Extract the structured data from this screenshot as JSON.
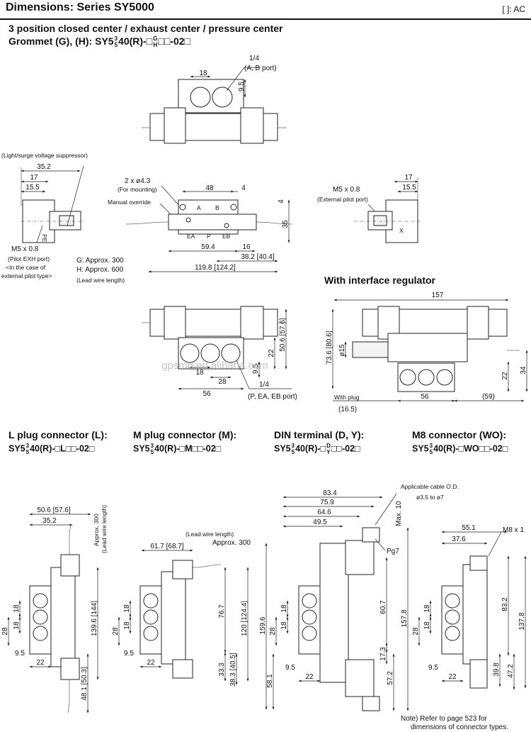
{
  "header": {
    "title": "Dimensions: Series SY5000",
    "tag": "[    ]: AC"
  },
  "subtitle": {
    "line1": "3 position closed center / exhaust center / pressure center",
    "line2_prefix": "Grommet (G), (H): SY5",
    "frac_top": "3",
    "frac_mid": "4",
    "frac_bot": "5",
    "line2_mid": "0(R)-□",
    "frac2_top": "G",
    "frac2_bot": "H",
    "line2_suffix": "□□-02□"
  },
  "grommet": {
    "port_top": "1/4",
    "port_top_note": "(A, B port)",
    "d18": "18",
    "d9_5": "9.5",
    "surge_note": "(Light/surge voltage suppressor)",
    "d35_2": "35.2",
    "d17": "17",
    "d15_5": "15.5",
    "m5_left": "M5 x 0.8",
    "pilot_exh": "(Pilot EXH port)",
    "case_note1": "<In the case of",
    "case_note2": "external pilot type>",
    "mount_holes": "2 x ø4.3",
    "for_mounting": "(For mounting)",
    "manual_override": "Manual override",
    "d48": "48",
    "d4a": "4",
    "d4b": "4",
    "d35": "35",
    "d59_4": "59.4",
    "d16": "16",
    "d38_2": "38.2 [40.4]",
    "d119_8": "119.8 [124.2]",
    "lead_g": "G: Approx. 300",
    "lead_h": "H: Approx. 600",
    "lead_label": "(Lead wire length)",
    "m5_right": "M5 x 0.8",
    "ext_pilot": "(External pilot port)",
    "d17r": "17",
    "d15_5r": "15.5",
    "d50_6": "50.6 [57.6]",
    "d22": "22",
    "d9_5b": "9.5",
    "d18b": "18",
    "d28": "28",
    "d56": "56",
    "port_bottom": "1/4",
    "port_bottom_note": "(P, EA, EB port)",
    "port_labels": {
      "a": "A",
      "b": "B",
      "ea": "EA",
      "p": "P",
      "eb": "EB",
      "pe": "PE",
      "x": "X"
    }
  },
  "interface": {
    "title": "With interface regulator",
    "d157": "157",
    "d73_6": "73.6 [80.6]",
    "d15": "ø15",
    "d22": "22",
    "d34": "34",
    "d56": "56",
    "d59": "(59)",
    "with_plug": "With plug",
    "d16_5": "(16.5)"
  },
  "connectors": [
    {
      "title": "L plug connector (L):",
      "model_prefix": "SY5",
      "model_suffix": "0(R)-□L□□-02□"
    },
    {
      "title": "M plug connector (M):",
      "model_prefix": "SY5",
      "model_suffix": "0(R)-□M□□-02□"
    },
    {
      "title": "DIN terminal (D, Y):",
      "model_prefix": "SY5",
      "model_suffix": "0(R)-□",
      "model_frac_top": "D",
      "model_frac_bot": "Y",
      "model_tail": "□□-02□"
    },
    {
      "title": "M8 connector (WO):",
      "model_prefix": "SY5",
      "model_suffix": "0(R)-□WO□□-02□"
    }
  ],
  "l_plug": {
    "approx": "Approx. 300",
    "lead_len": "(Lead wire length)",
    "d50_6": "50.6 [57.6]",
    "d35_2": "35.2",
    "d18a": "18",
    "d18b": "18",
    "d28": "28",
    "d9_5": "9.5",
    "d22": "22",
    "d139_6": "139.6 [144]",
    "d48_1": "48.1 [50.3]"
  },
  "m_plug": {
    "lead_len": "(Lead wire length)",
    "approx": "Approx. 300",
    "d61_7": "61.7 [68.7]",
    "d18a": "18",
    "d18b": "18",
    "d28": "28",
    "d9_5": "9.5",
    "d22": "22",
    "d76_7": "76.7",
    "d120": "120 [124.4]",
    "d33_3": "33.3",
    "d38_3": "38.3 [40.5]"
  },
  "din": {
    "d83_4": "83.4",
    "d75_9": "75.9",
    "d64_6": "64.6",
    "d49_5": "49.5",
    "max10": "Max. 10",
    "cable_od": "Applicable cable O.D.",
    "cable_range": "ø3.5 to ø7",
    "pg7": "Pg7",
    "d159_6": "159.6",
    "d18a": "18",
    "d18b": "18",
    "d28": "28",
    "d60_7": "60.7",
    "d157_8": "157.8",
    "d17_3": "17.3",
    "d9_5": "9.5",
    "d22": "22",
    "d58_1": "58.1",
    "d57_2": "57.2"
  },
  "m8": {
    "d55_1": "55.1",
    "d37_6": "37.6",
    "m8x1": "M8 x 1",
    "d18a": "18",
    "d18b": "18",
    "d28": "28",
    "d83_2": "83.2",
    "d137_8": "137.8",
    "d9_5": "9.5",
    "d22": "22",
    "d39_8": "39.8",
    "d47_2": "47.2"
  },
  "note": {
    "line1": "Note) Refer to page 523 for",
    "line2": "dimensions of connector types."
  },
  "watermark": "gpsmq.en.alibaba.com"
}
